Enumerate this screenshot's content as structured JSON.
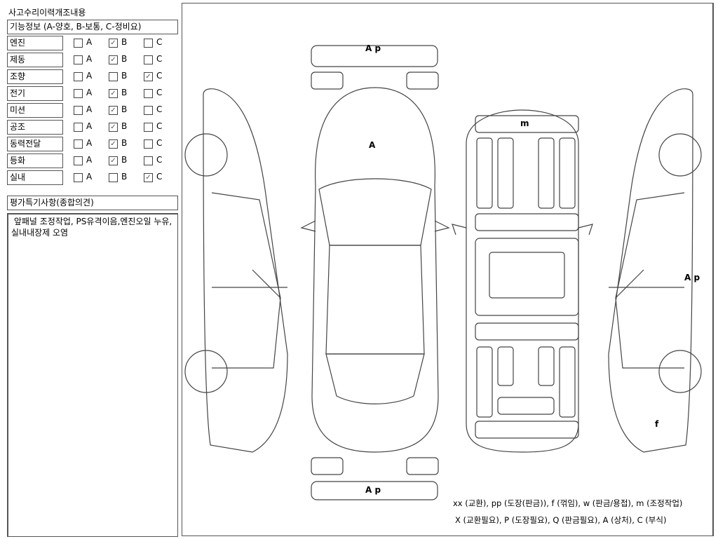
{
  "title": "사고수리이력개조내용",
  "function_info_header": "기능정보 (A-양호, B-보통, C-정비요)",
  "options": [
    "A",
    "B",
    "C"
  ],
  "rows": [
    {
      "label": "엔진",
      "selected": "B"
    },
    {
      "label": "제동",
      "selected": "B"
    },
    {
      "label": "조향",
      "selected": "C"
    },
    {
      "label": "전기",
      "selected": "B"
    },
    {
      "label": "미션",
      "selected": "B"
    },
    {
      "label": "공조",
      "selected": "B"
    },
    {
      "label": "동력전달",
      "selected": "B"
    },
    {
      "label": "등화",
      "selected": "B"
    },
    {
      "label": "실내",
      "selected": "C"
    }
  ],
  "remarks_header": "평가특기사항(종합의견)",
  "remarks_text": " 앞패널 조정작업, PS유격이음,엔진오일 누유,실내내장제 오염",
  "diagram_marks": {
    "front_bumper": "A p",
    "hood": "A",
    "roof": "m",
    "right_side": "A p",
    "right_rear": "f",
    "rear_bumper": "A p"
  },
  "legend": [
    "xx (교환), pp (도장(판금)), f (꺾임), w (판금/용접), m (조정작업)",
    "X (교환필요), P (도장필요), Q (판금필요), A (상처), C (부식)"
  ]
}
